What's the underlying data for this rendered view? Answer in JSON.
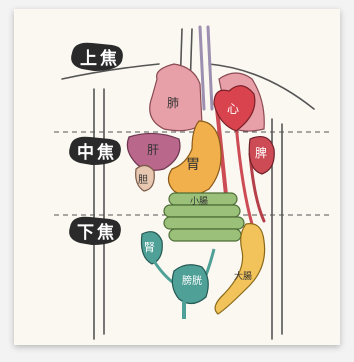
{
  "zones": [
    {
      "char1": "上",
      "char2": "焦"
    },
    {
      "char1": "中",
      "char2": "焦"
    },
    {
      "char1": "下",
      "char2": "焦"
    }
  ],
  "organs": {
    "lung": "肺",
    "heart": "心",
    "liver": "肝",
    "gallbladder": "胆",
    "stomach": "胃",
    "spleen": "脾",
    "small_intestine": "小腸",
    "kidney": "腎",
    "bladder": "膀胱",
    "large_intestine": "大腸"
  },
  "colors": {
    "lung": "#e7a0a8",
    "heart": "#d9434e",
    "liver": "#b9678a",
    "stomach": "#f1b04c",
    "spleen": "#cc4b55",
    "intestine": "#9bc07a",
    "kidney": "#4fa097",
    "large_intestine": "#f2c35a",
    "tag": "#2a2a2a"
  }
}
